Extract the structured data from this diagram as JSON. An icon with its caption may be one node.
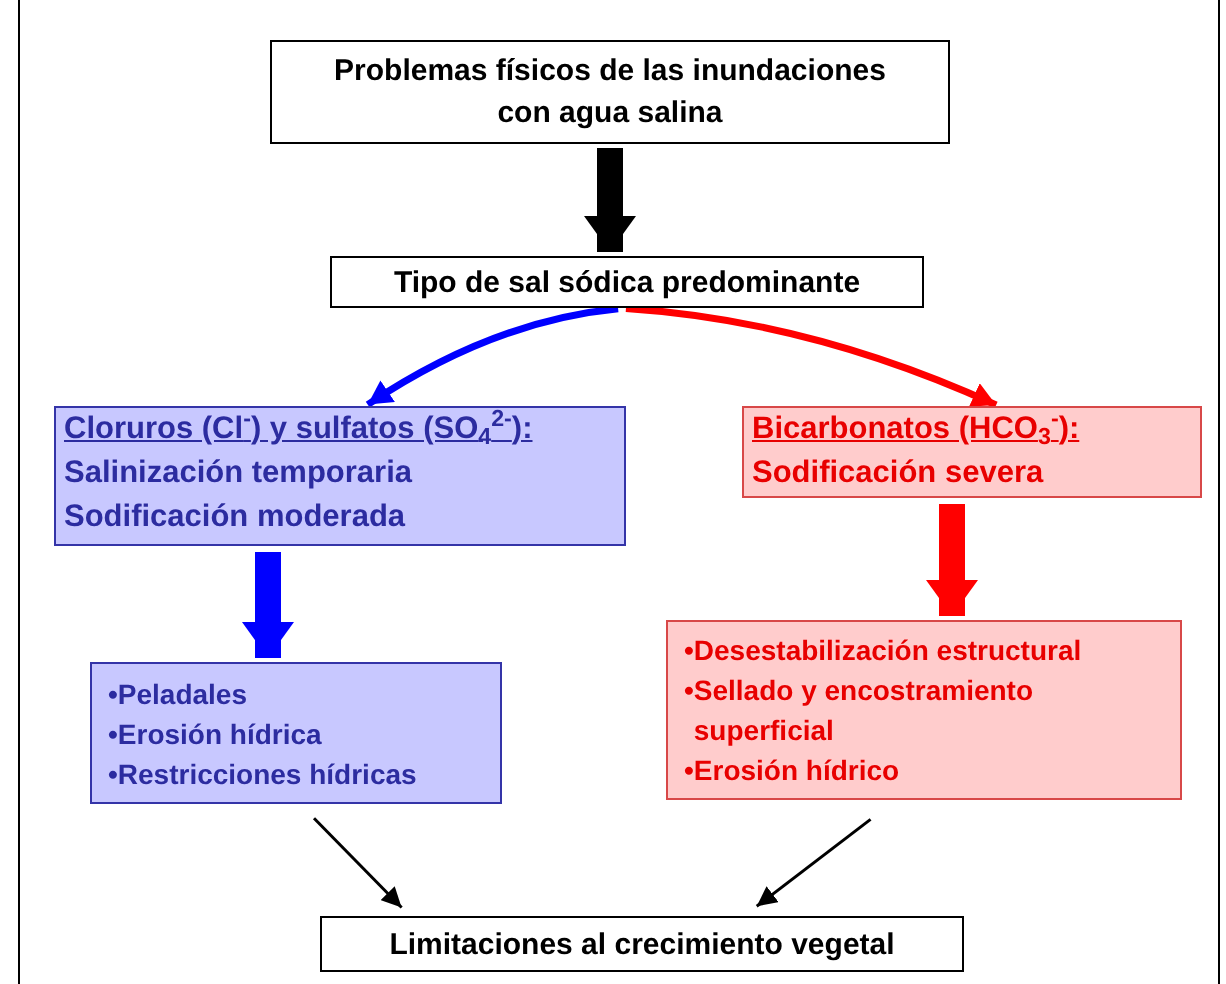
{
  "diagram": {
    "nodes": [
      {
        "text": [
          "Problemas físicos de las inundaciones con agua salina"
        ]
      },
      {
        "text": [
          "Tipo de sal sódica predominante"
        ]
      },
      {
        "text": [
          "Cloruros (Cl$^{-}$) y sulfatos (SO$_{4}$$^{2-}$):",
          "Salinización temporaria",
          "Sodificación moderada"
        ]
      },
      {
        "text": [
          "Bicarbonatos (HCO$_{3}$$^{-}$):",
          "Sodificación severa"
        ]
      },
      {
        "text": [
          "•Peladales",
          "•Erosión hídrica",
          "•Restricciones hídricas"
        ]
      },
      {
        "text": [
          "•Desestabilización estructural",
          "•Sellado y encostramiento superficial",
          "•Erosión hídrico"
        ]
      },
      {
        "text": [
          "Limitaciones al crecimiento vegetal"
        ]
      }
    ],
    "edges": [
      {
        "from": 0,
        "to": 1,
        "arrow": "to",
        "style": "thick"
      },
      {
        "from": 1,
        "to": 2,
        "arrow": "to",
        "color": "#0000ff"
      },
      {
        "from": 1,
        "to": 3,
        "arrow": "to",
        "color": "#ff0000"
      },
      {
        "from": 2,
        "to": 4,
        "arrow": "to",
        "style": "thick",
        "color": "#0000ff"
      },
      {
        "from": 3,
        "to": 5,
        "arrow": "to",
        "style": "thick",
        "color": "#ff0000"
      },
      {
        "from": 4,
        "to": 6,
        "arrow": "to"
      },
      {
        "from": 5,
        "to": 6,
        "arrow": "to"
      }
    ]
  }
}
